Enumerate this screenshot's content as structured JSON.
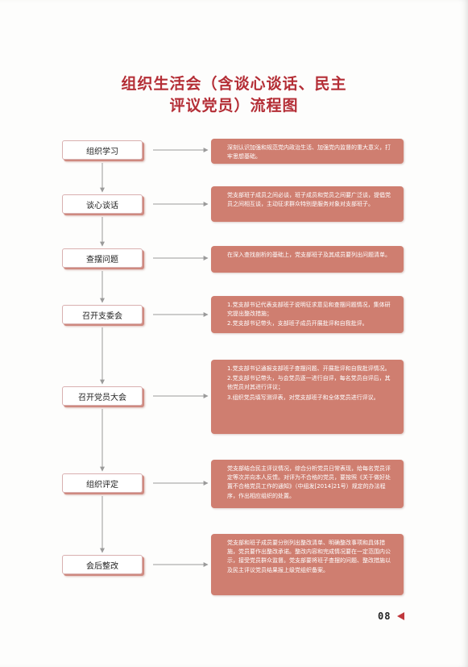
{
  "title": {
    "line1": "组织生活会（含谈心谈话、民主",
    "line2": "评议党员）流程图"
  },
  "steps": [
    {
      "label": "组织学习",
      "desc": [
        "深刻认识加强和规范党内政治生活、加强党内监督的重大意义，打牢思想基础。"
      ]
    },
    {
      "label": "谈心谈话",
      "desc": [
        "党支部班子成员之间必谈，班子成员和党员之间要广泛谈，提倡党员之间相互谈，主动征求群众特别是服务对象对支部班子。"
      ]
    },
    {
      "label": "查摆问题",
      "desc": [
        "在深入查找剖析的基础上，党支部班子及其成员要列出问题清单。"
      ]
    },
    {
      "label": "召开支委会",
      "desc": [
        "1.党支部书记代表支部班子说明征求意见和查摆问题情况，集体研究提出整改措施；",
        "2.党支部书记带头，支部班子成员开展批评和自我批评。"
      ]
    },
    {
      "label": "召开党员大会",
      "desc": [
        "1.党支部书记通报支部班子查摆问题、开展批评和自我批评情况。",
        "2.党支部书记带头，与会党员逐一进行自评，每名党员自评后，其他党员对其进行评议；",
        "3.组织党员填写测评表，对党支部班子和全体党员进行评议。"
      ]
    },
    {
      "label": "组织评定",
      "desc": [
        "党支部结合民主评议情况，综合分析党员日常表现，给每名党员评定等次并向本人反馈。对评为不合格的党员，要按照《关于做好处置不合格党员工作的通知》（中组发[2014]21号）规定的办法程序，作出相应组织的处置。"
      ]
    },
    {
      "label": "会后整改",
      "desc": [
        "党支部和班子成员要分别列出整改清单、明确整改事项和具体措施，党员要作出整改承诺。整改内容和完成情况要在一定范围内公示，接受党员群众监督。党支部要将班子查摆的问题、整改措施以及民主评议党员结果报上级党组织备案。"
      ]
    }
  ],
  "page_number": "08",
  "colors": {
    "title": "#b42e36",
    "desc_box": "#cf7e70",
    "step_shadow": "#cf8a80",
    "arrow": "#9a9a9a",
    "page_marker": "#c0373c"
  }
}
